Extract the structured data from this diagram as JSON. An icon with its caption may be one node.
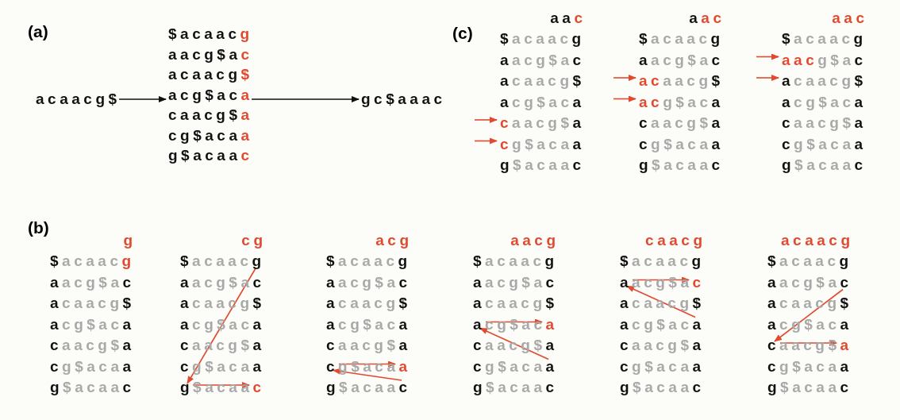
{
  "diagram": {
    "nodes": [
      {
        "text": [
          "acaacg$"
        ]
      },
      {
        "text": [
          "$acaacg",
          "aacg$ac",
          "acaacg$",
          "acg$aca",
          "caacg$a",
          "cg$acaa",
          "g$acaac"
        ]
      },
      {
        "text": [
          "gc$aaac"
        ]
      },
      {
        "text": [
          "aac"
        ]
      },
      {
        "text": [
          "$acaacg"
        ],
        "in": 3
      },
      {
        "text": [
          "aacg$ac"
        ],
        "in": 3
      },
      {
        "text": [
          "acaacg$"
        ],
        "in": 3
      },
      {
        "text": [
          "acg$aca"
        ],
        "in": 3
      },
      {
        "text": [
          "caacg$a"
        ],
        "in": 3
      },
      {
        "text": [
          "cg$acaa"
        ],
        "in": 3
      },
      {
        "text": [
          "g$acaac"
        ],
        "in": 3
      },
      {
        "text": [
          "aac"
        ]
      },
      {
        "text": [
          "$acaacg"
        ],
        "in": 11
      },
      {
        "text": [
          "aacg$ac"
        ],
        "in": 11
      },
      {
        "text": [
          "acaacg$"
        ],
        "in": 11
      },
      {
        "text": [
          "acg$aca"
        ],
        "in": 11
      },
      {
        "text": [
          "caacg$a"
        ],
        "in": 11
      },
      {
        "text": [
          "cg$acaa"
        ],
        "in": 11
      },
      {
        "text": [
          "g$acaac"
        ],
        "in": 11
      },
      {
        "text": [
          "aac"
        ]
      },
      {
        "text": [
          "$acaacg"
        ],
        "in": 19
      },
      {
        "text": [
          "aacg$ac"
        ],
        "in": 19
      },
      {
        "text": [
          "acaacg$"
        ],
        "in": 19
      },
      {
        "text": [
          "acg$aca"
        ],
        "in": 19
      },
      {
        "text": [
          "caacg$a"
        ],
        "in": 19
      },
      {
        "text": [
          "cg$acaa"
        ],
        "in": 19
      },
      {
        "text": [
          "g$acaac"
        ],
        "in": 19
      },
      {
        "text": [
          "g"
        ]
      },
      {
        "text": [
          "$acaacg"
        ],
        "in": 27
      },
      {
        "text": [
          "aacg$ac"
        ],
        "in": 27
      },
      {
        "text": [
          "acaacg$"
        ],
        "in": 27
      },
      {
        "text": [
          "acg$aca"
        ],
        "in": 27
      },
      {
        "text": [
          "caacg$a"
        ],
        "in": 27
      },
      {
        "text": [
          "cg$acaa"
        ],
        "in": 27
      },
      {
        "text": [
          "g$acaac"
        ],
        "in": 27
      },
      {
        "text": [
          "cg"
        ]
      },
      {
        "text": [
          "$acaacg"
        ],
        "in": 35
      },
      {
        "text": [
          "aacg$ac"
        ],
        "in": 35
      },
      {
        "text": [
          "acaacg$"
        ],
        "in": 35
      },
      {
        "text": [
          "acg$aca"
        ],
        "in": 35
      },
      {
        "text": [
          "caacg$a"
        ],
        "in": 35
      },
      {
        "text": [
          "cg$acaa"
        ],
        "in": 35
      },
      {
        "text": [
          "g$acaac"
        ],
        "in": 35
      },
      {
        "text": [
          "acg"
        ]
      },
      {
        "text": [
          "$acaacg"
        ],
        "in": 43
      },
      {
        "text": [
          "aacg$ac"
        ],
        "in": 43
      },
      {
        "text": [
          "acaacg$"
        ],
        "in": 43
      },
      {
        "text": [
          "acg$aca"
        ],
        "in": 43
      },
      {
        "text": [
          "caacg$a"
        ],
        "in": 43
      },
      {
        "text": [
          "cg$acaa"
        ],
        "in": 43
      },
      {
        "text": [
          "g$acaac"
        ],
        "in": 43
      },
      {
        "text": [
          "aacg"
        ]
      },
      {
        "text": [
          "$acaacg"
        ],
        "in": 51
      },
      {
        "text": [
          "aacg$ac"
        ],
        "in": 51
      },
      {
        "text": [
          "acaacg$"
        ],
        "in": 51
      },
      {
        "text": [
          "acg$aca"
        ],
        "in": 51
      },
      {
        "text": [
          "caacg$a"
        ],
        "in": 51
      },
      {
        "text": [
          "cg$acaa"
        ],
        "in": 51
      },
      {
        "text": [
          "g$acaac"
        ],
        "in": 51
      },
      {
        "text": [
          "caacg"
        ]
      },
      {
        "text": [
          "$acaacg"
        ],
        "in": 59
      },
      {
        "text": [
          "aacg$ac"
        ],
        "in": 59
      },
      {
        "text": [
          "acaacg$"
        ],
        "in": 59
      },
      {
        "text": [
          "acg$aca"
        ],
        "in": 59
      },
      {
        "text": [
          "caacg$a"
        ],
        "in": 59
      },
      {
        "text": [
          "cg$acaa"
        ],
        "in": 59
      },
      {
        "text": [
          "g$acaac"
        ],
        "in": 59
      },
      {
        "text": [
          "acaacg"
        ]
      },
      {
        "text": [
          "$acaacg"
        ],
        "in": 67
      },
      {
        "text": [
          "aacg$ac"
        ],
        "in": 67
      },
      {
        "text": [
          "acaacg$"
        ],
        "in": 67
      },
      {
        "text": [
          "acg$aca"
        ],
        "in": 67
      },
      {
        "text": [
          "caacg$a"
        ],
        "in": 67
      },
      {
        "text": [
          "cg$acaa"
        ],
        "in": 67
      },
      {
        "text": [
          "g$acaac"
        ],
        "in": 67
      }
    ],
    "edges": [
      {
        "from": 0,
        "to": 1,
        "arrow": "to",
        "color": "#111111"
      },
      {
        "from": 1,
        "to": 2,
        "arrow": "to",
        "color": "#111111"
      },
      {
        "from": null,
        "to": 8,
        "arrow": "to"
      },
      {
        "from": null,
        "to": 9,
        "arrow": "to"
      },
      {
        "from": null,
        "to": 14,
        "arrow": "to"
      },
      {
        "from": null,
        "to": 15,
        "arrow": "to"
      },
      {
        "from": null,
        "to": 21,
        "arrow": "to"
      },
      {
        "from": null,
        "to": 22,
        "arrow": "to"
      },
      {
        "from": 36,
        "to": 42,
        "arrow": "to"
      },
      {
        "from": 42,
        "to": 42,
        "arrow": "to"
      },
      {
        "from": 50,
        "to": 49,
        "arrow": "to"
      },
      {
        "from": 49,
        "to": 49,
        "arrow": "to"
      },
      {
        "from": 57,
        "to": 55,
        "arrow": "to"
      },
      {
        "from": 55,
        "to": 55,
        "arrow": "to"
      },
      {
        "from": 63,
        "to": 61,
        "arrow": "to"
      },
      {
        "from": 61,
        "to": 61,
        "arrow": "to"
      },
      {
        "from": 69,
        "to": 72,
        "arrow": "to"
      },
      {
        "from": 72,
        "to": 72,
        "arrow": "to"
      }
    ],
    "labels": [
      "(a)",
      "(c)",
      "(b)"
    ]
  }
}
